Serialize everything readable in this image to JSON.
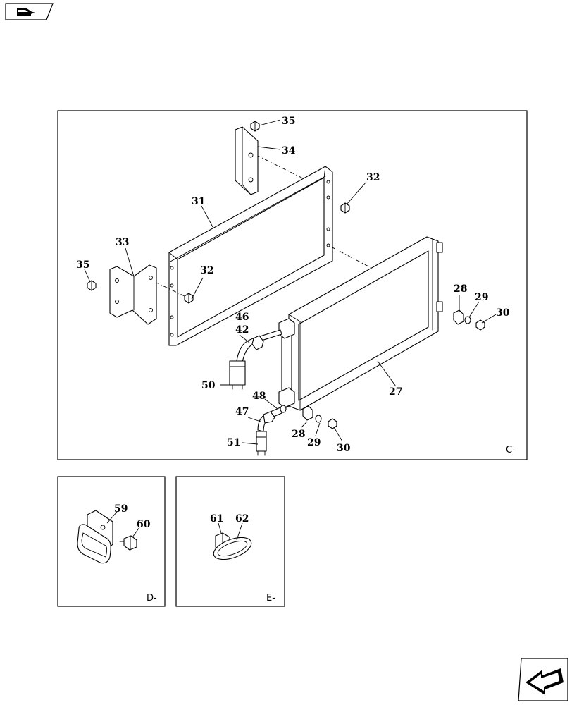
{
  "views": [
    {
      "id": "C",
      "label": "C-"
    },
    {
      "id": "D",
      "label": "D-"
    },
    {
      "id": "E",
      "label": "E-"
    }
  ],
  "callouts": {
    "c27": "27",
    "c28a": "28",
    "c28b": "28",
    "c29a": "29",
    "c29b": "29",
    "c30a": "30",
    "c30b": "30",
    "c31": "31",
    "c32a": "32",
    "c32b": "32",
    "c33": "33",
    "c34": "34",
    "c35a": "35",
    "c35b": "35",
    "c42": "42",
    "c46": "46",
    "c47": "47",
    "c48": "48",
    "c50": "50",
    "c51": "51",
    "c59": "59",
    "c60": "60",
    "c61": "61",
    "c62": "62"
  },
  "icons": {
    "top_left": "book-navigation-icon",
    "bottom_right": "previous-page-arrow-icon"
  }
}
